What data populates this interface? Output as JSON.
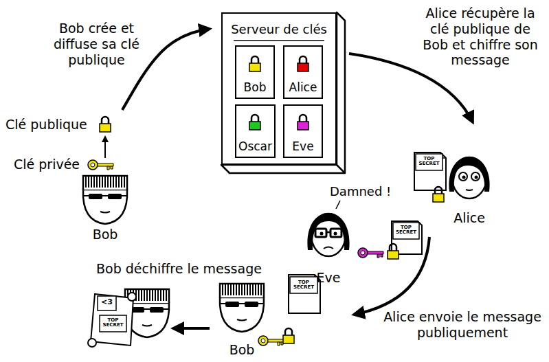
{
  "diagram": {
    "nodes": [
      {
        "text": [
          "Serveur de clés"
        ]
      },
      {
        "text": [
          "Bob"
        ],
        "in": 0
      },
      {
        "text": [
          "Alice"
        ],
        "in": 0
      },
      {
        "text": [
          "Oscar"
        ],
        "in": 0
      },
      {
        "text": [
          "Eve"
        ],
        "in": 0
      }
    ],
    "labels": [
      "Bob crée et diffuse sa clé publique",
      "Clé publique",
      "Clé privée",
      "Bob",
      "Alice récupère la clé publique de Bob et chiffre son message",
      "TOP SECRET",
      "Alice",
      "Damned !",
      "TOP SECRET",
      "Eve",
      "Bob déchiffre le message",
      "<3",
      "TOP SECRET",
      "TOP SECRET",
      "Bob",
      "Alice envoie le message publiquement"
    ]
  }
}
